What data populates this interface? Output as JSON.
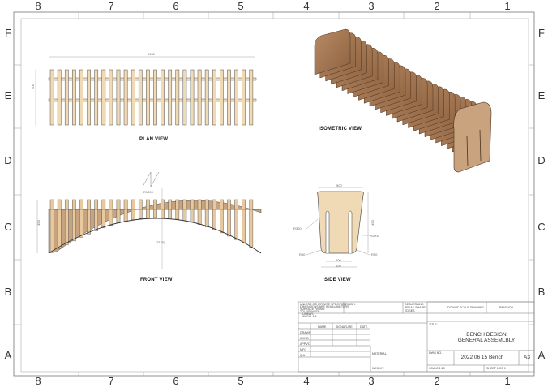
{
  "sheet": {
    "columns_top": [
      "8",
      "7",
      "6",
      "5",
      "4",
      "3",
      "2",
      "1"
    ],
    "columns_bottom": [
      "8",
      "7",
      "6",
      "5",
      "4",
      "3",
      "2",
      "1"
    ],
    "rows_left": [
      "F",
      "E",
      "D",
      "C",
      "B",
      "A"
    ],
    "rows_right": [
      "F",
      "E",
      "D",
      "C",
      "B",
      "A"
    ]
  },
  "views": {
    "plan": "PLAN VIEW",
    "isometric": "ISOMETRIC VIEW",
    "front": "FRONT VIEW",
    "side": "SIDE VIEW"
  },
  "dimensions": {
    "plan_length": "1950",
    "plan_width": "500",
    "front_height": "450",
    "front_radius": "R1000",
    "front_arc": "(3100)",
    "side_top": "500",
    "side_height": "450",
    "side_radius_left": "R300",
    "side_radius_right": "R1000",
    "side_r_small_left": "R50",
    "side_r_small_right": "R50",
    "side_gap": "200",
    "side_base": "320"
  },
  "title_block": {
    "notes_line1": "UNLESS OTHERWISE SPECIFIED:",
    "notes_line2": "DIMENSIONS ARE IN MILLIMETERS",
    "notes_line3": "SURFACE FINISH:",
    "notes_line4": "TOLERANCES:",
    "notes_line5": "LINEAR:",
    "notes_line6": "ANGULAR:",
    "finish": "FINISH:",
    "deburr": "DEBURR AND BREAK SHARP EDGES",
    "do_not_scale": "DO NOT SCALE DRAWING",
    "revision": "REVISION",
    "hdr_name": "NAME",
    "hdr_signature": "SIGNATURE",
    "hdr_date": "DATE",
    "row_drawn": "DRAWN",
    "row_chkd": "CHK'D",
    "row_appvd": "APPV'D",
    "row_mfg": "MFG",
    "row_qa": "Q.A",
    "title_label": "TITLE:",
    "title_line1": "BENCH DESIGN",
    "title_line2": "GENERAL ASSEMLBLY",
    "material": "MATERIAL:",
    "dwg_no_label": "DWG NO.",
    "dwg_no": "2022 06 15 Bench",
    "size": "A3",
    "weight": "WEIGHT:",
    "scale": "SCALE:1:20",
    "sheet": "SHEET 1 OF 1"
  }
}
